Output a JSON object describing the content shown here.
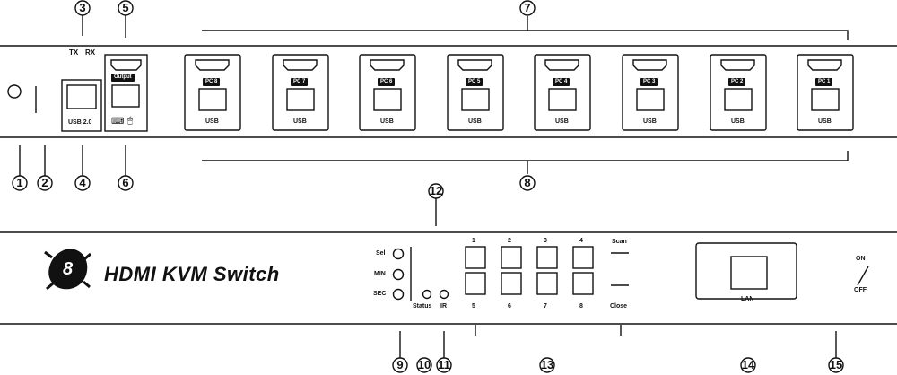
{
  "callouts_top": [
    "3",
    "5",
    "7"
  ],
  "callouts_rear_bottom": [
    "1",
    "2",
    "4",
    "6",
    "8"
  ],
  "callout_12": "12",
  "callouts_front_bottom": [
    "9",
    "10",
    "11",
    "13",
    "14",
    "15"
  ],
  "rear": {
    "tx_label": "TX",
    "rx_label": "RX",
    "output_label": "Output",
    "usb20_label": "USB 2.0",
    "pc_ports": [
      {
        "pc": "PC 8",
        "usb": "USB"
      },
      {
        "pc": "PC 7",
        "usb": "USB"
      },
      {
        "pc": "PC 6",
        "usb": "USB"
      },
      {
        "pc": "PC 5",
        "usb": "USB"
      },
      {
        "pc": "PC 4",
        "usb": "USB"
      },
      {
        "pc": "PC 3",
        "usb": "USB"
      },
      {
        "pc": "PC 2",
        "usb": "USB"
      },
      {
        "pc": "PC 1",
        "usb": "USB"
      }
    ]
  },
  "front": {
    "logo_glyph": "8",
    "title": "HDMI KVM Switch",
    "left_buttons": [
      "Sel",
      "MIN",
      "SEC"
    ],
    "status_label": "Status",
    "ir_label": "IR",
    "port_top": [
      "1",
      "2",
      "3",
      "4"
    ],
    "port_bottom": [
      "5",
      "6",
      "7",
      "8"
    ],
    "scan_label": "Scan",
    "close_label": "Close",
    "lan_label": "LAN",
    "on_label": "ON",
    "off_label": "OFF"
  }
}
